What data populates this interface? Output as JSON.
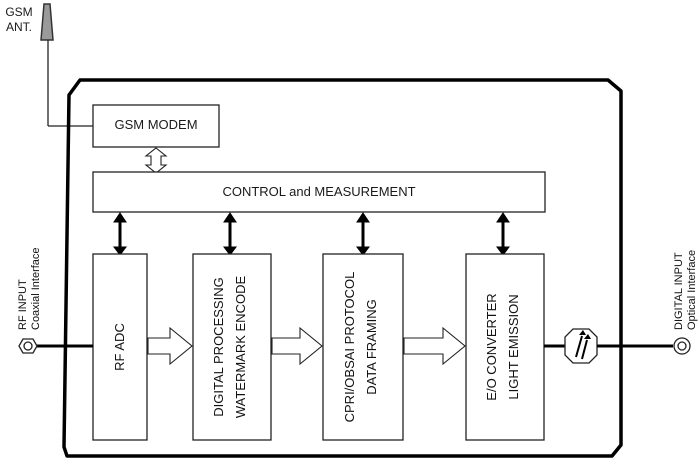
{
  "title": "GSM-controlled RF to optical digital converter block diagram",
  "antenna": {
    "label_line1": "GSM",
    "label_line2": "ANT."
  },
  "blocks": {
    "gsm_modem": "GSM MODEM",
    "control": "CONTROL and MEASUREMENT",
    "rf_adc": {
      "line1": "RF ADC"
    },
    "digital_processing": {
      "line1": "DIGITAL PROCESSING",
      "line2": "WATERMARK ENCODE"
    },
    "cpri": {
      "line1": "CPRI/OBSAI PROTOCOL",
      "line2": "DATA FRAMING"
    },
    "eo_converter": {
      "line1": "E/O CONVERTER",
      "line2": "LIGHT EMISSION"
    }
  },
  "ports": {
    "rf_input": {
      "line1": "RF INPUT",
      "line2": "Coaxial Interface"
    },
    "digital_input": {
      "line1": "DIGITAL INPUT",
      "line2": "Optical Interface"
    }
  },
  "icons": {
    "antenna": "antenna-icon",
    "coax_connector": "coax-connector-icon",
    "optical_connector": "optical-connector-icon",
    "optical_transmitter": "light-emitter-icon"
  }
}
